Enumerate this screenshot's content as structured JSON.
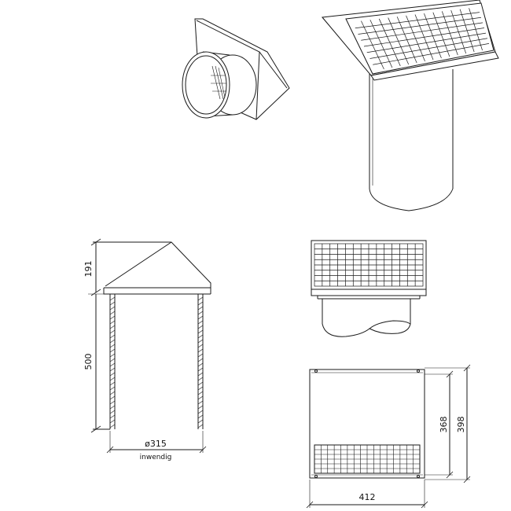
{
  "dimensions": {
    "height_hood": "191",
    "height_tube": "500",
    "diameter": "ø315",
    "diameter_note": "inwendig",
    "height_inner": "368",
    "height_outer": "398",
    "width": "412"
  },
  "colors": {
    "line": "#1a1a1a",
    "background": "#ffffff"
  }
}
